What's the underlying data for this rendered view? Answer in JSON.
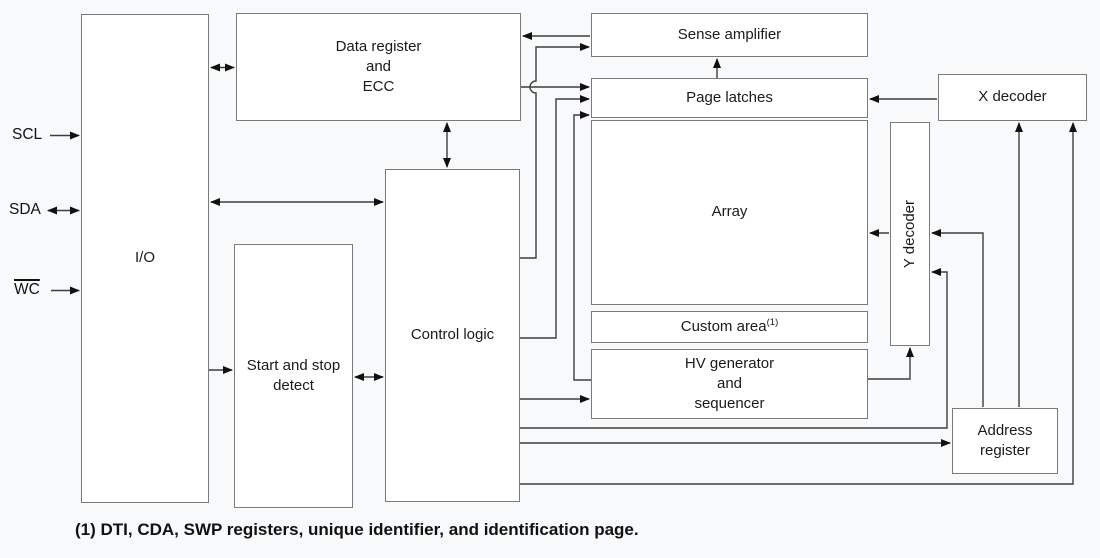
{
  "diagram": {
    "signals": {
      "scl": "SCL",
      "sda": "SDA",
      "wc": "WC"
    },
    "blocks": {
      "io": "I/O",
      "data_register": "Data register\nand\nECC",
      "control_logic": "Control logic",
      "start_stop_detect": "Start and stop\ndetect",
      "sense_amplifier": "Sense amplifier",
      "page_latches": "Page latches",
      "array": "Array",
      "custom_area": {
        "label": "Custom area",
        "sup": "(1)"
      },
      "hv_generator": "HV generator\nand\nsequencer",
      "y_decoder": "Y decoder",
      "x_decoder": "X decoder",
      "address_register": "Address\nregister"
    },
    "footnote": "(1) DTI, CDA, SWP registers, unique identifier, and identification page.",
    "colors": {
      "background": "#f8f9fa",
      "box_fill": "#ffffff",
      "box_border": "#7a7a7a",
      "wire": "#3d3d3d",
      "text": "#1a1a1a"
    }
  }
}
